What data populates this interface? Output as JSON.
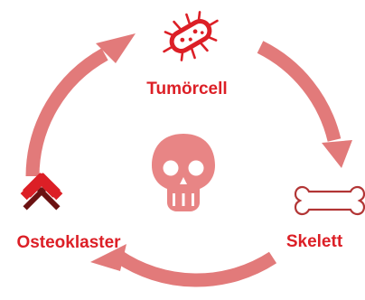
{
  "colors": {
    "arrow": "#e27a7a",
    "label": "#dc1f26",
    "icon_red": "#dc1f26",
    "icon_dark": "#6b1212",
    "skull": "#e88585",
    "bone": "#b23535"
  },
  "center": {
    "icon": "skull-icon"
  },
  "nodes": [
    {
      "id": "tumor",
      "label": "Tumörcell",
      "icon": "bacteria-icon"
    },
    {
      "id": "skeleton",
      "label": "Skelett",
      "icon": "bone-icon"
    },
    {
      "id": "osteoclast",
      "label": "Osteoklaster",
      "icon": "hammers-icon"
    }
  ]
}
